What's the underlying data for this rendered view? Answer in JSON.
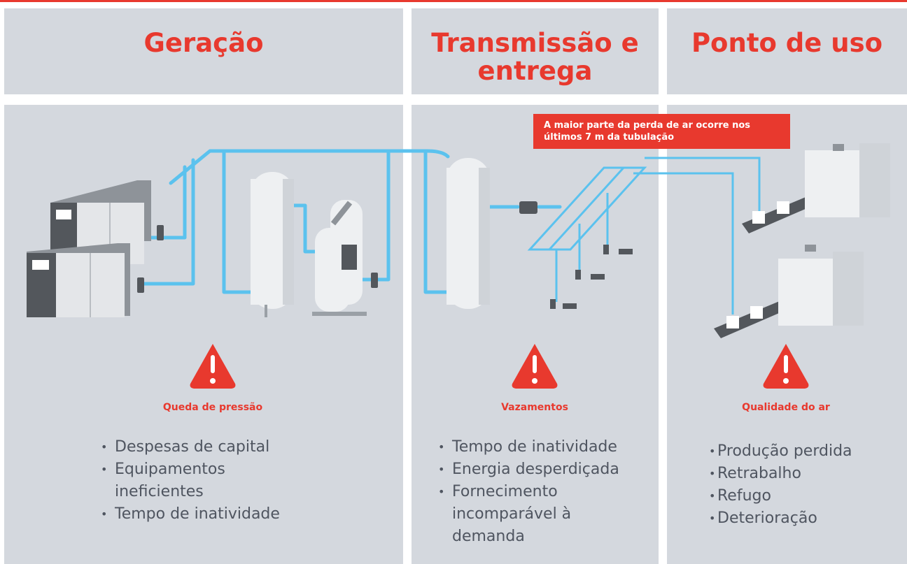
{
  "columns": [
    {
      "title": "Geração",
      "warning": "Queda de pressão",
      "items": [
        "Despesas de capital",
        "Equipamentos ineficientes",
        "Tempo de inatividade"
      ]
    },
    {
      "title": "Transmissão e entrega",
      "warning": "Vazamentos",
      "items": [
        "Tempo de inatividade",
        "Energia desperdiçada",
        "Fornecimento incomparável à demanda"
      ]
    },
    {
      "title": "Ponto de uso",
      "warning": "Qualidade do ar",
      "items": [
        "Produção perdida",
        "Retrabalho",
        "Refugo",
        "Deterioração"
      ]
    }
  ],
  "callout": "A maior parte da perda de ar ocorre nos últimos 7 m da tubulação",
  "colors": {
    "accent": "#e8392e",
    "panel": "#d4d8de",
    "pipe": "#5bc2ee",
    "text": "#4f5560"
  }
}
